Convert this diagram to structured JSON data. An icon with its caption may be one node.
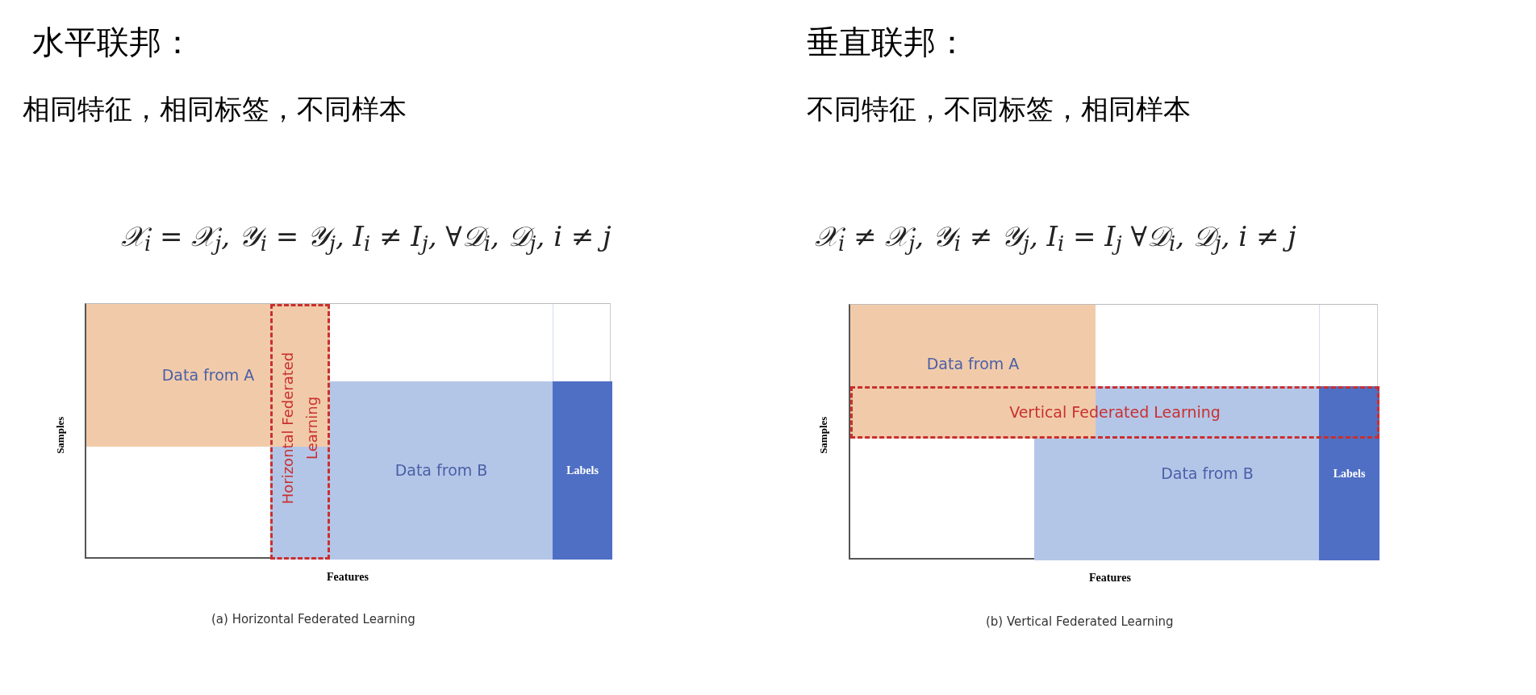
{
  "diagram": {
    "nodes": [
      {
        "text": [],
        "shape": "box"
      },
      {
        "text": [
          "Data from A"
        ],
        "in": 0
      },
      {
        "text": [
          "Horizontal Federated Learning"
        ],
        "in": 0
      },
      {
        "text": [
          "Data from B"
        ],
        "in": 0
      },
      {
        "text": [
          "Labels"
        ],
        "in": 0
      },
      {
        "text": [],
        "shape": "box"
      },
      {
        "text": [
          "Data from A"
        ],
        "in": 5
      },
      {
        "text": [
          "Vertical Federated Learning"
        ],
        "in": 5
      },
      {
        "text": [
          "Data from B"
        ],
        "in": 5
      },
      {
        "text": [
          "Labels"
        ],
        "in": 5
      }
    ],
    "labels": [
      "水平联邦：",
      "垂直联邦：",
      "相同特征，相同标签，不同样本",
      "不同特征，不同标签，相同样本",
      "𝒳$_{i}$ = 𝒳$_{j}$,  𝒴$_{i}$ = 𝒴$_{j}$,  I$_{i}$ ≠ I$_{j}$,  ∀𝒟$_{i}$, 𝒟$_{j}$, i ≠ j",
      "𝒳$_{i}$ ≠ 𝒳$_{j}$,  𝒴$_{i}$ ≠ 𝒴$_{j}$,  I$_{i}$ = I$_{j}$  ∀𝒟$_{i}$, 𝒟$_{j}$, i ≠ j",
      "Samples",
      "Features",
      "(a) Horizontal Federated Learning",
      "Samples",
      "Features",
      "(b) Vertical Federated Learning"
    ]
  }
}
